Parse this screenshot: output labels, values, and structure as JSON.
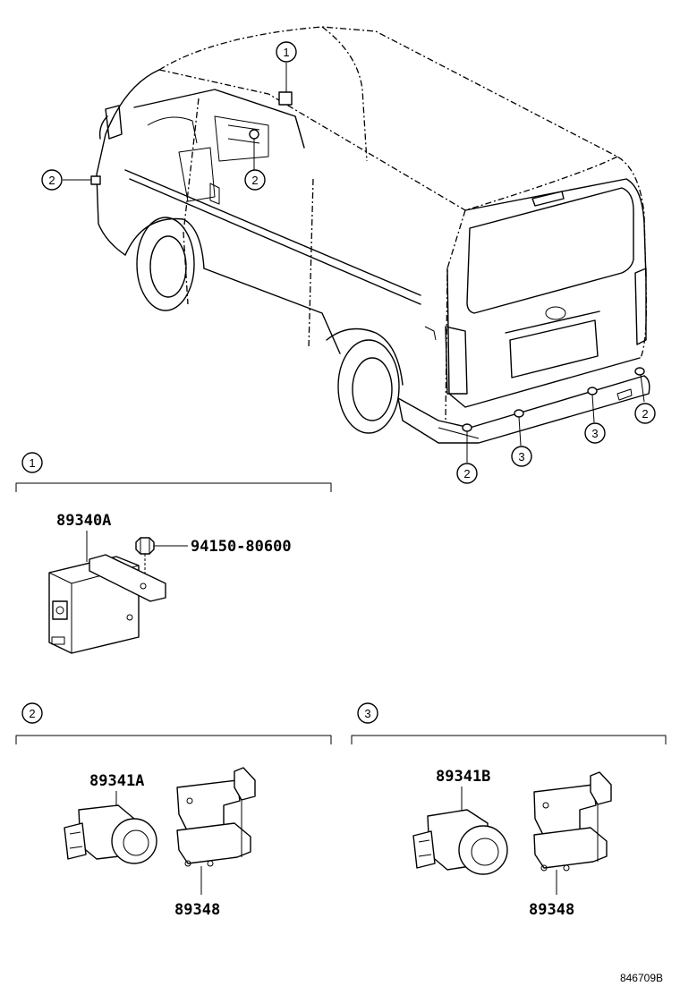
{
  "callout_labels": {
    "c1": "1",
    "c2": "2",
    "c3": "3"
  },
  "part_numbers": {
    "ecu": "89340A",
    "nut": "94150-80600",
    "sensor_a": "89341A",
    "sensor_b": "89341B",
    "bracket_a": "89348",
    "bracket_b": "89348"
  },
  "drawing_code": "846709B"
}
